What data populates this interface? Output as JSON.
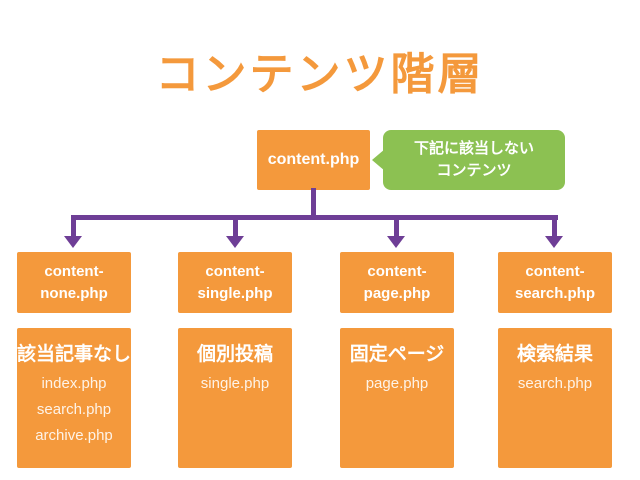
{
  "title": "コンテンツ階層",
  "colors": {
    "orange": "#F4993C",
    "green": "#8CC152",
    "purple": "#6E3E96",
    "text_on_fill": "#FFFFFF",
    "background": "#FFFFFF"
  },
  "root": {
    "label": "content.php"
  },
  "callout": {
    "line1": "下記に該当しない",
    "line2": "コンテンツ"
  },
  "columns": [
    {
      "header_line1": "content-",
      "header_line2": "none.php",
      "heading": "該当記事なし",
      "files": [
        "index.php",
        "search.php",
        "archive.php"
      ]
    },
    {
      "header_line1": "content-",
      "header_line2": "single.php",
      "heading": "個別投稿",
      "files": [
        "single.php"
      ]
    },
    {
      "header_line1": "content-",
      "header_line2": "page.php",
      "heading": "固定ページ",
      "files": [
        "page.php"
      ]
    },
    {
      "header_line1": "content-",
      "header_line2": "search.php",
      "heading": "検索結果",
      "files": [
        "search.php"
      ]
    }
  ]
}
